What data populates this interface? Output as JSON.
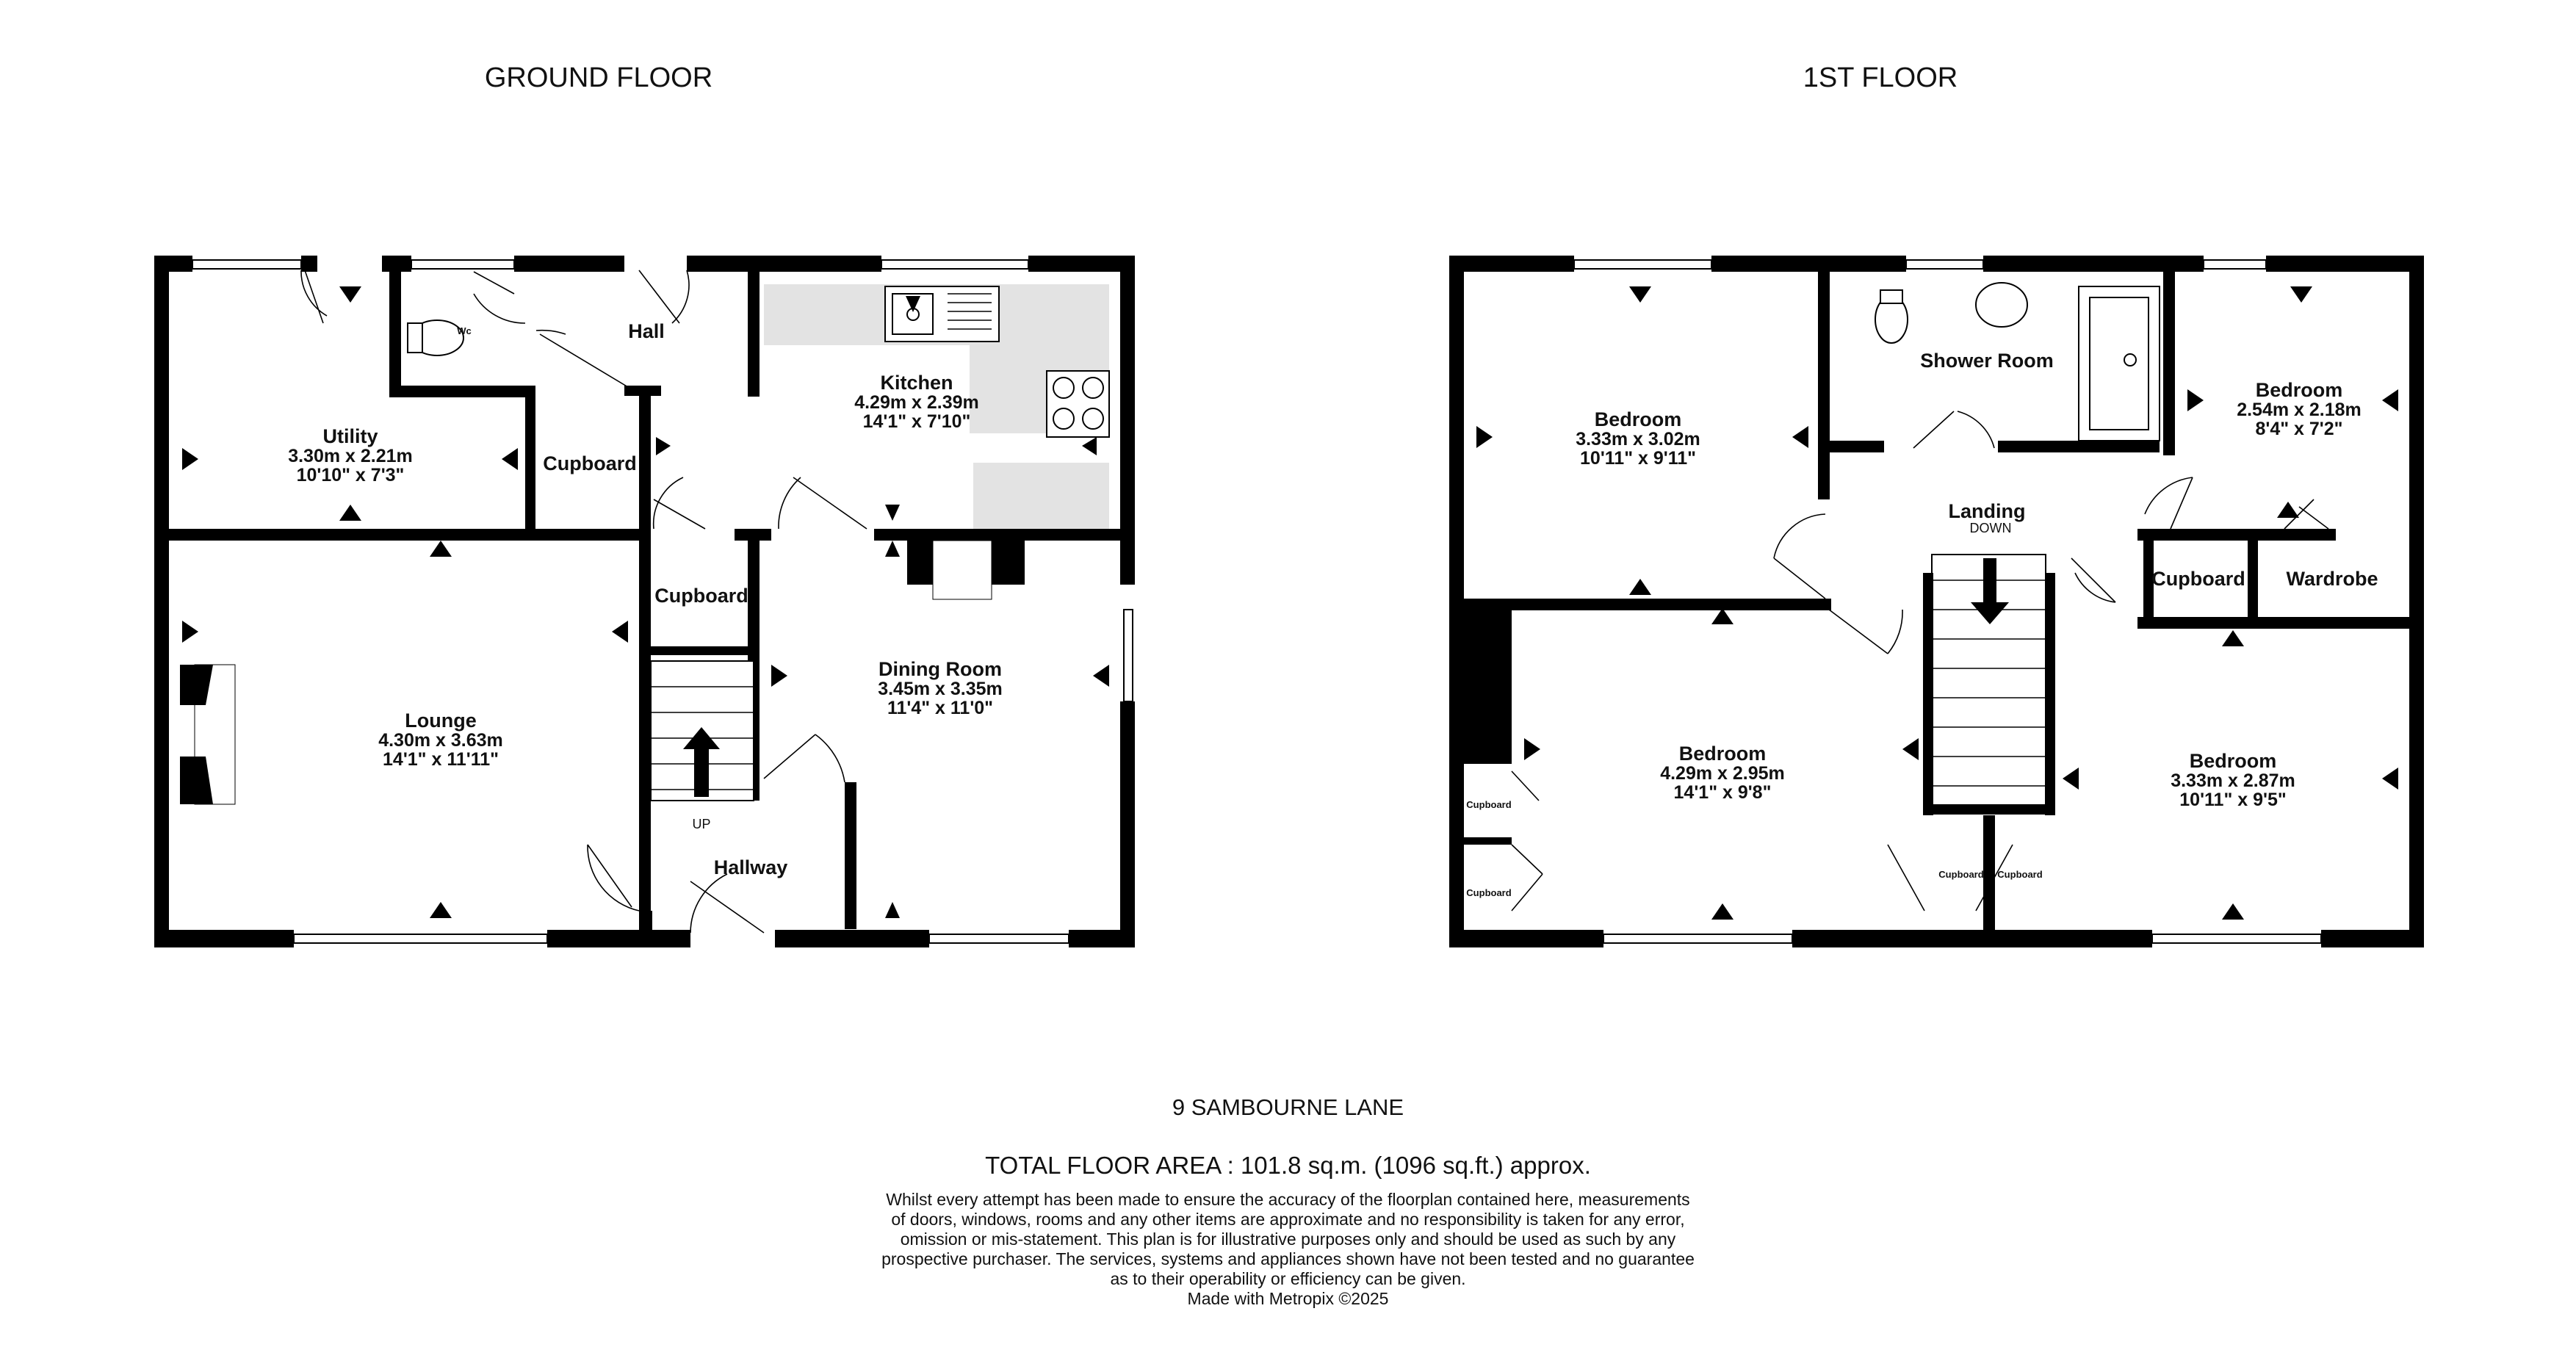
{
  "floors": {
    "ground": {
      "title": "GROUND FLOOR",
      "rooms": {
        "utility": {
          "name": "Utility",
          "metric": "3.30m  x 2.21m",
          "imperial": "10'10\"  x 7'3\""
        },
        "wc": {
          "name": "Wc"
        },
        "hall": {
          "name": "Hall"
        },
        "kitchen": {
          "name": "Kitchen",
          "metric": "4.29m  x 2.39m",
          "imperial": "14'1\"  x 7'10\""
        },
        "cupboard_a": {
          "name": "Cupboard"
        },
        "cupboard_b": {
          "name": "Cupboard"
        },
        "lounge": {
          "name": "Lounge",
          "metric": "4.30m  x 3.63m",
          "imperial": "14'1\"  x 11'11\""
        },
        "dining": {
          "name": "Dining Room",
          "metric": "3.45m  x 3.35m",
          "imperial": "11'4\"  x 11'0\""
        },
        "hallway": {
          "name": "Hallway"
        }
      },
      "stairs_label": "UP"
    },
    "first": {
      "title": "1ST FLOOR",
      "rooms": {
        "bedroom_1": {
          "name": "Bedroom",
          "metric": "3.33m  x 3.02m",
          "imperial": "10'11\"  x 9'11\""
        },
        "shower": {
          "name": "Shower Room"
        },
        "bedroom_2": {
          "name": "Bedroom",
          "metric": "2.54m  x 2.18m",
          "imperial": "8'4\"  x 7'2\""
        },
        "landing": {
          "name": "Landing"
        },
        "cupboard_a": {
          "name": "Cupboard"
        },
        "wardrobe": {
          "name": "Wardrobe"
        },
        "bedroom_3": {
          "name": "Bedroom",
          "metric": "4.29m  x 2.95m",
          "imperial": "14'1\"  x 9'8\""
        },
        "bedroom_4": {
          "name": "Bedroom",
          "metric": "3.33m  x 2.87m",
          "imperial": "10'11\"  x 9'5\""
        },
        "cupboard_b": {
          "name": "Cupboard"
        },
        "cupboard_c": {
          "name": "Cupboard"
        },
        "cupboard_d": {
          "name": "Cupboard"
        },
        "cupboard_e": {
          "name": "Cupboard"
        }
      },
      "stairs_label": "DOWN"
    }
  },
  "footer": {
    "address": "9 SAMBOURNE LANE",
    "total_area": "TOTAL FLOOR AREA : 101.8 sq.m. (1096 sq.ft.) approx.",
    "disclaimer": [
      "Whilst every attempt has been made to ensure the accuracy of the floorplan contained here, measurements",
      "of doors, windows, rooms and any other items are approximate and no responsibility is taken for any error,",
      "omission or mis-statement. This plan is for illustrative purposes only and should be used as such by any",
      "prospective purchaser. The services, systems and appliances shown have not been tested and no guarantee",
      "as to their operability or efficiency can be given."
    ],
    "credit": "Made with Metropix ©2025"
  }
}
